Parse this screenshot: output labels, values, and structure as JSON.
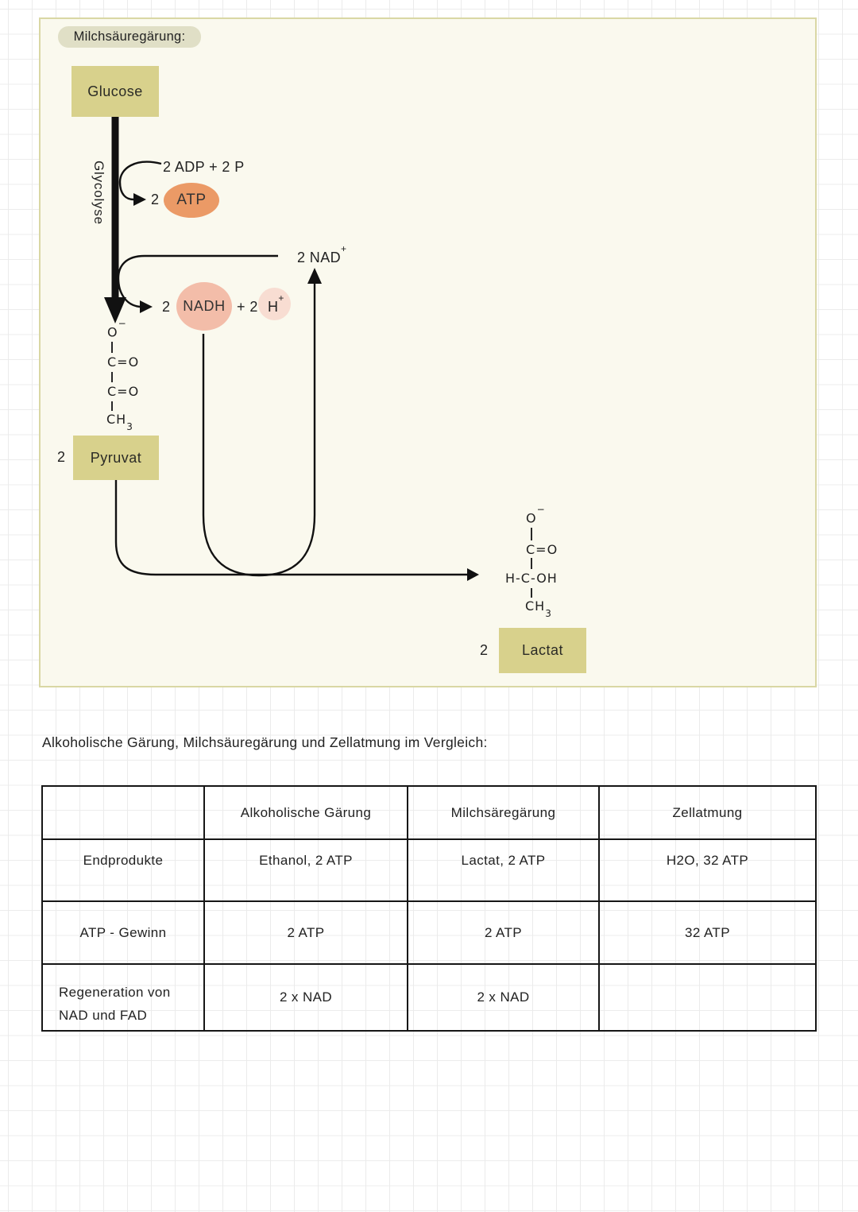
{
  "diagram": {
    "title": "Milchsäuregärung:",
    "glucose_label": "Glucose",
    "glycolysis_label": "Glycolyse",
    "adp_line": "2 ADP + 2 P",
    "atp": {
      "coeff": "2",
      "label": "ATP"
    },
    "nad": {
      "label": "2 NAD",
      "sup": "+"
    },
    "nadh": {
      "coeff": "2",
      "label": "NADH",
      "plus": "+ 2",
      "h": "H",
      "h_sup": "+"
    },
    "pyruvate": {
      "coeff": "2",
      "label": "Pyruvat",
      "structure": {
        "o": "O",
        "charge": "−",
        "c1": "C=O",
        "c2": "C=O",
        "ch": "CH",
        "sub": "3"
      }
    },
    "lactate": {
      "coeff": "2",
      "label": "Lactat",
      "structure": {
        "o": "O",
        "charge": "−",
        "c1": "C=O",
        "hcoh": "H-C-OH",
        "ch": "CH",
        "sub": "3"
      }
    }
  },
  "comparison": {
    "heading": "Alkoholische Gärung, Milchsäuregärung und Zellatmung im Vergleich:",
    "table": {
      "columns": [
        "",
        "Alkoholische Gärung",
        "Milchsäregärung",
        "Zellatmung"
      ],
      "rows": [
        {
          "label": "Endprodukte",
          "values": [
            "Ethanol, 2 ATP",
            "Lactat, 2 ATP",
            "H2O, 32 ATP"
          ]
        },
        {
          "label": "ATP - Gewinn",
          "values": [
            "2 ATP",
            "2 ATP",
            "32 ATP"
          ]
        },
        {
          "label_lines": [
            "Regeneration von",
            "NAD und FAD"
          ],
          "values": [
            "2 x NAD",
            "2 x NAD",
            ""
          ]
        }
      ]
    }
  },
  "colors": {
    "box_khaki": "#d8d18c",
    "atp_orange": "#eb9a66",
    "nadh_pink": "#f3bda9",
    "h_plus_pink": "#f8ddd2",
    "frame_border": "#d9d7a4",
    "frame_fill": "#faf9ee",
    "title_highlight": "#e0dfc6",
    "grid_line": "#ebebeb",
    "ink": "#222222"
  }
}
